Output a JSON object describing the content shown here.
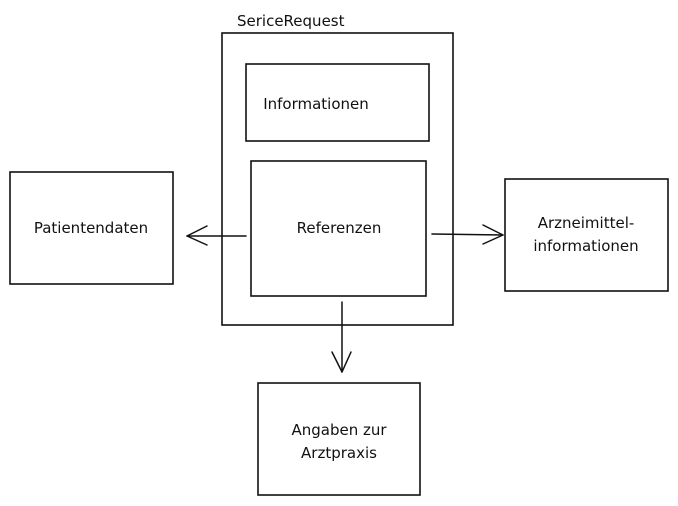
{
  "diagram": {
    "container": {
      "label": "SericeRequest"
    },
    "nodes": {
      "informationen": {
        "label": "Informationen"
      },
      "referenzen": {
        "label": "Referenzen"
      },
      "patientendaten": {
        "label": "Patientendaten"
      },
      "arzneimittel": {
        "line1": "Arzneimittel-",
        "line2": "informationen"
      },
      "arztpraxis": {
        "line1": "Angaben zur",
        "line2": "Arztpraxis"
      }
    },
    "colors": {
      "stroke": "#111111",
      "background": "#ffffff"
    }
  }
}
